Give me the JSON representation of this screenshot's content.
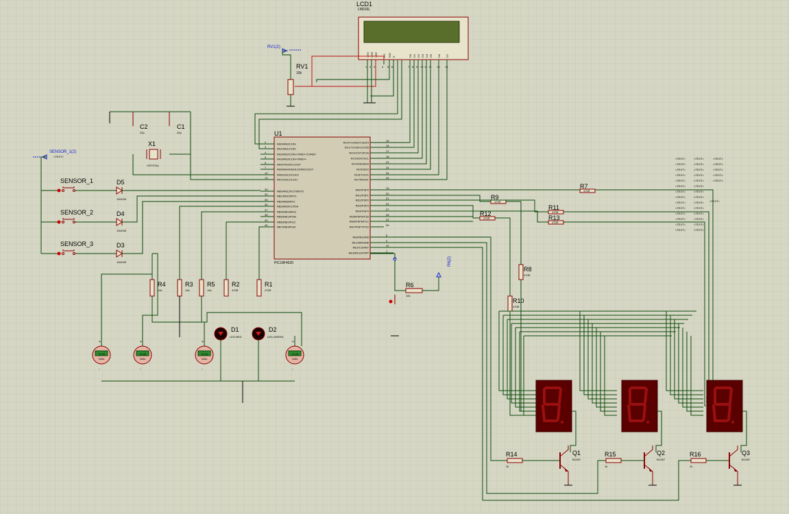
{
  "lcd": {
    "ref": "LCD1",
    "model": "LM016L",
    "pins": [
      "VSS",
      "VDD",
      "VEE",
      "RS",
      "RW",
      "E",
      "D0",
      "D1",
      "D2",
      "D3",
      "D4",
      "D5",
      "D6",
      "D7"
    ],
    "pin_numbers": [
      "1",
      "2",
      "3",
      "4",
      "5",
      "6",
      "7",
      "8",
      "9",
      "10",
      "11",
      "12",
      "13",
      "14"
    ]
  },
  "mcu": {
    "ref": "U1",
    "model": "PIC18F4520",
    "left_pins": [
      {
        "num": "2",
        "name": "RA0/AN0/C1IN-"
      },
      {
        "num": "3",
        "name": "RA1/AN1/C2IN-"
      },
      {
        "num": "4",
        "name": "RA2/AN2/C2IN+/VREF-/CVREF"
      },
      {
        "num": "5",
        "name": "RA3/AN3/C1IN+/VREF+"
      },
      {
        "num": "6",
        "name": "RA4/T0CKI/C1OUT"
      },
      {
        "num": "7",
        "name": "RA5/AN4/SS/HLVDIN/C2OUT"
      },
      {
        "num": "14",
        "name": "RA6/OSC2/CLKO"
      },
      {
        "num": "13",
        "name": "RA7/OSC1/CLKI"
      },
      {
        "num": "33",
        "name": "RB0/AN12/FLT0/INT0"
      },
      {
        "num": "34",
        "name": "RB1/AN10/INT1"
      },
      {
        "num": "35",
        "name": "RB2/AN8/INT2"
      },
      {
        "num": "36",
        "name": "RB3/AN9/CCP2A"
      },
      {
        "num": "37",
        "name": "RB4/KBI0/AN11"
      },
      {
        "num": "38",
        "name": "RB5/KBI1/PGM"
      },
      {
        "num": "39",
        "name": "RB6/KBI2/PGC"
      },
      {
        "num": "40",
        "name": "RB7/KBI3/PGD"
      }
    ],
    "right_pins": [
      {
        "num": "15",
        "name": "RC0/T1OSO/T13CKI"
      },
      {
        "num": "16",
        "name": "RC1/T1OSI/CCP2B"
      },
      {
        "num": "17",
        "name": "RC2/CCP1/P1A"
      },
      {
        "num": "18",
        "name": "RC3/SCK/SCL"
      },
      {
        "num": "23",
        "name": "RC4/SDI/SDA"
      },
      {
        "num": "24",
        "name": "RC5/SDO"
      },
      {
        "num": "25",
        "name": "RC6/TX/CK"
      },
      {
        "num": "26",
        "name": "RC7/RX/DT"
      },
      {
        "num": "19",
        "name": "RD0/PSP0"
      },
      {
        "num": "20",
        "name": "RD1/PSP1"
      },
      {
        "num": "21",
        "name": "RD2/PSP2"
      },
      {
        "num": "22",
        "name": "RD3/PSP3"
      },
      {
        "num": "27",
        "name": "RD4/PSP4"
      },
      {
        "num": "28",
        "name": "RD5/PSP5/P1B"
      },
      {
        "num": "29",
        "name": "RD6/PSP6/P1C"
      },
      {
        "num": "30",
        "name": "RD7/PSP7/P1D"
      },
      {
        "num": "8",
        "name": "RE0/RD/AN5"
      },
      {
        "num": "9",
        "name": "RE1/WR/AN6"
      },
      {
        "num": "10",
        "name": "RE2/CS/AN7"
      },
      {
        "num": "1",
        "name": "RE3/MCLR/VPP"
      }
    ]
  },
  "rv1": {
    "ref": "RV1",
    "value": "10k",
    "terminal": "RV1(2)"
  },
  "crystal": {
    "ref": "X1",
    "label": "CRYSTAL"
  },
  "caps": [
    {
      "ref": "C2",
      "value": "22p"
    },
    {
      "ref": "C1",
      "value": "22p"
    }
  ],
  "sensor_terminal": "SENSOR_1(2)",
  "text_placeholder": "<TEXT>",
  "sensors": [
    {
      "ref": "SENSOR_1",
      "diode": "D5",
      "diode_model": "1N4005"
    },
    {
      "ref": "SENSOR_2",
      "diode": "D4",
      "diode_model": "1N4005"
    },
    {
      "ref": "SENSOR_3",
      "diode": "D3",
      "diode_model": "1N4005"
    }
  ],
  "bottom_resistors": [
    {
      "ref": "R4",
      "value": "10k"
    },
    {
      "ref": "R3",
      "value": "10k"
    },
    {
      "ref": "R5",
      "value": "10k"
    },
    {
      "ref": "R2",
      "value": "470R"
    },
    {
      "ref": "R1",
      "value": "470R"
    }
  ],
  "leds": [
    {
      "ref": "D1",
      "label": "LED-RED"
    },
    {
      "ref": "D2",
      "label": "LED-GREEN"
    }
  ],
  "voltmeters": [
    {
      "reading": "+0.00",
      "unit": "Volts"
    },
    {
      "reading": "+0.00",
      "unit": "Volts"
    },
    {
      "reading": "+0.00",
      "unit": "Volts"
    },
    {
      "reading": "+0.00",
      "unit": "Volts"
    }
  ],
  "reset": {
    "ref": "R6",
    "value": "10k",
    "terminal": "R6(2)"
  },
  "seg_resistors": [
    {
      "ref": "R7",
      "value": "470R"
    },
    {
      "ref": "R9",
      "value": "470R"
    },
    {
      "ref": "R11",
      "value": "470R"
    },
    {
      "ref": "R12",
      "value": "470R"
    },
    {
      "ref": "R13",
      "value": "470R"
    },
    {
      "ref": "R8",
      "value": "470R"
    },
    {
      "ref": "R10",
      "value": "470R"
    }
  ],
  "transistors": [
    {
      "ref": "Q1",
      "model": "BC557",
      "base_r": "R14",
      "base_r_value": "1k"
    },
    {
      "ref": "Q2",
      "model": "BC557",
      "base_r": "R15",
      "base_r_value": "1k"
    },
    {
      "ref": "Q3",
      "model": "BC557",
      "base_r": "R16",
      "base_r_value": "1k"
    }
  ],
  "colors": {
    "background": "#d6d6c4",
    "grid": "#bebeac",
    "wire": "#0a4a0a",
    "component": "#8a0000",
    "display_body": "#5a0000",
    "lcd_screen": "#5a6e2c"
  }
}
